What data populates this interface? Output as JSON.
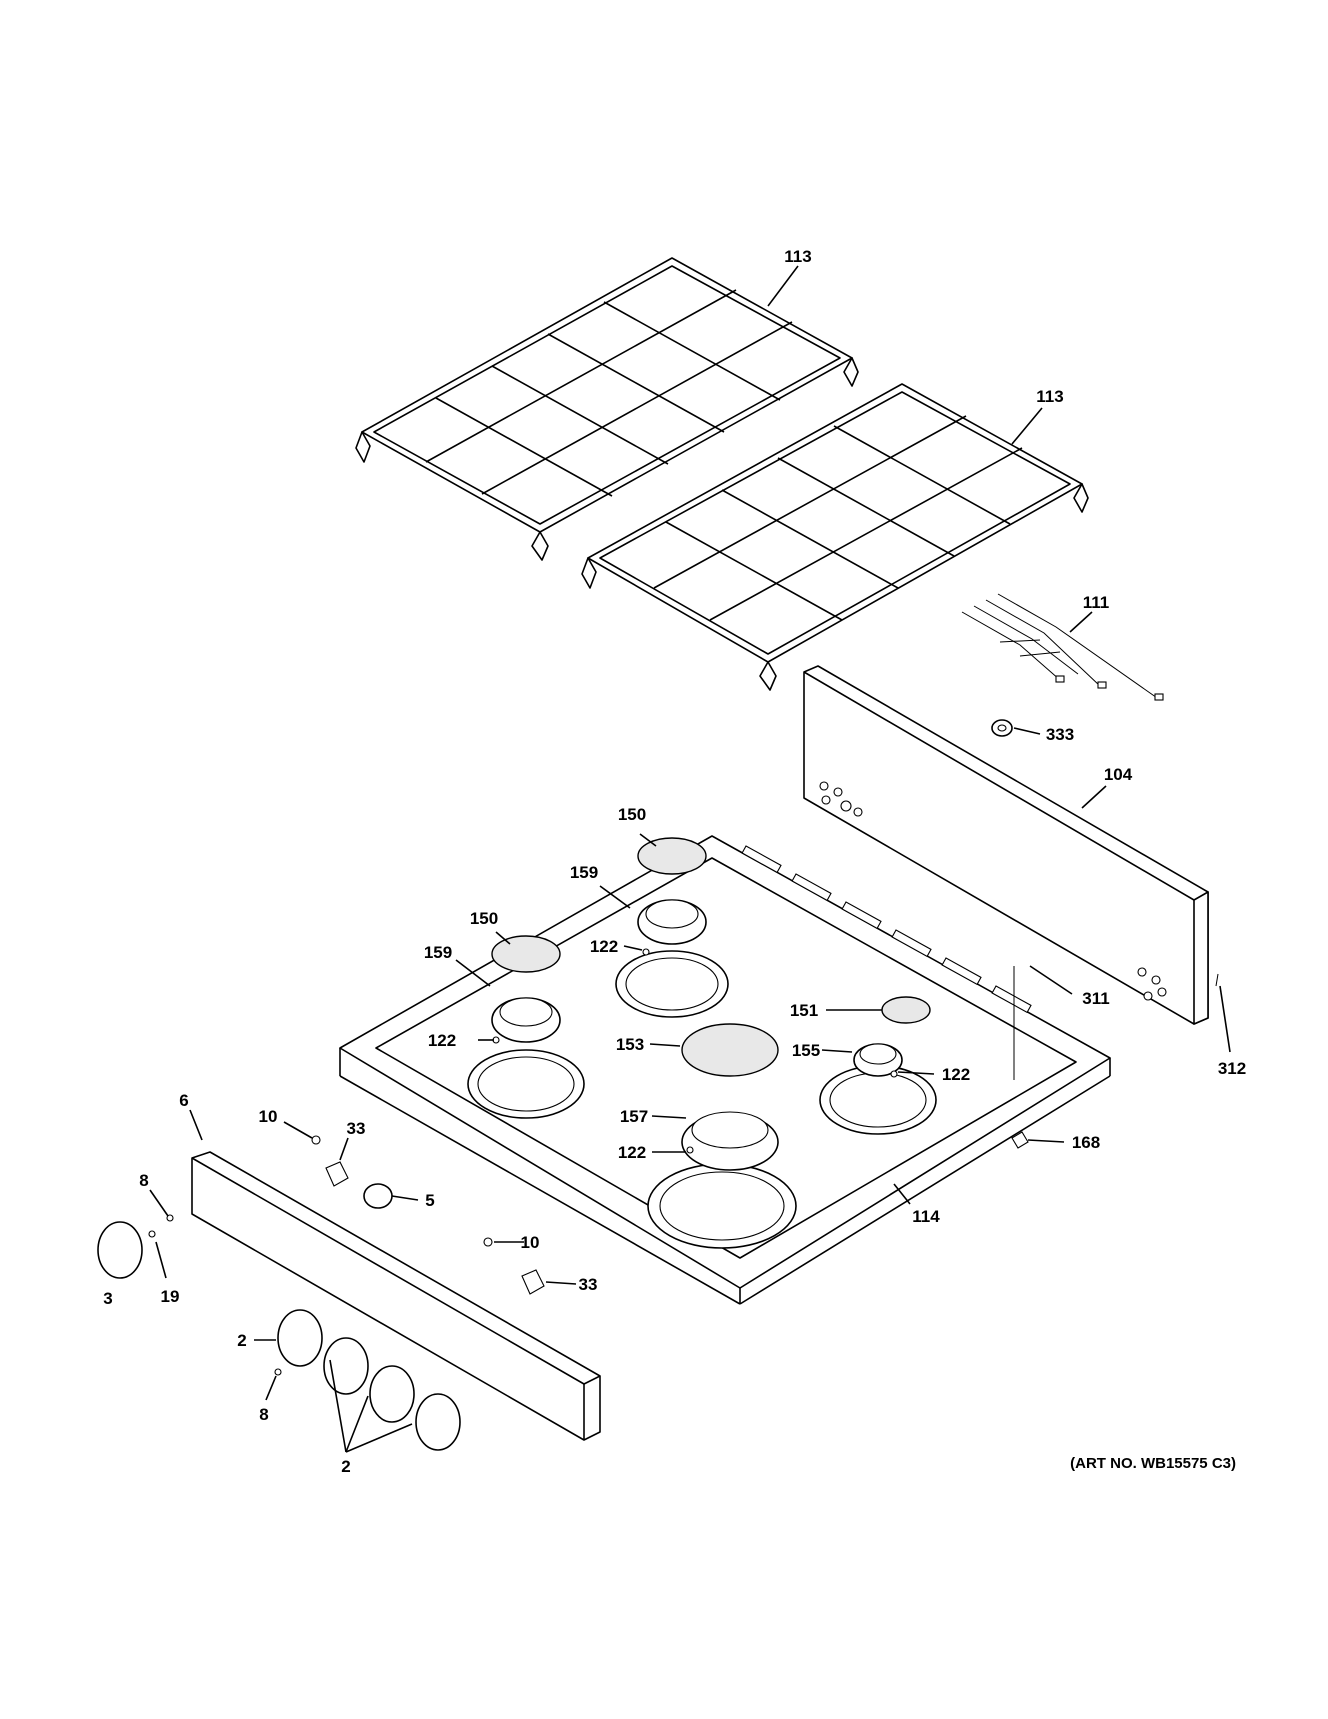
{
  "callouts": [
    {
      "id": "c113a",
      "text": "113"
    },
    {
      "id": "c113b",
      "text": "113"
    },
    {
      "id": "c111",
      "text": "111"
    },
    {
      "id": "c333",
      "text": "333"
    },
    {
      "id": "c104",
      "text": "104"
    },
    {
      "id": "c150a",
      "text": "150"
    },
    {
      "id": "c159a",
      "text": "159"
    },
    {
      "id": "c150b",
      "text": "150"
    },
    {
      "id": "c159b",
      "text": "159"
    },
    {
      "id": "c122a",
      "text": "122"
    },
    {
      "id": "c311",
      "text": "311"
    },
    {
      "id": "c312",
      "text": "312"
    },
    {
      "id": "c151",
      "text": "151"
    },
    {
      "id": "c122b",
      "text": "122"
    },
    {
      "id": "c153",
      "text": "153"
    },
    {
      "id": "c155",
      "text": "155"
    },
    {
      "id": "c122c",
      "text": "122"
    },
    {
      "id": "c6",
      "text": "6"
    },
    {
      "id": "c10a",
      "text": "10"
    },
    {
      "id": "c33a",
      "text": "33"
    },
    {
      "id": "c157",
      "text": "157"
    },
    {
      "id": "c168",
      "text": "168"
    },
    {
      "id": "c122d",
      "text": "122"
    },
    {
      "id": "c8a",
      "text": "8"
    },
    {
      "id": "c5",
      "text": "5"
    },
    {
      "id": "c114",
      "text": "114"
    },
    {
      "id": "c10b",
      "text": "10"
    },
    {
      "id": "c3",
      "text": "3"
    },
    {
      "id": "c19",
      "text": "19"
    },
    {
      "id": "c33b",
      "text": "33"
    },
    {
      "id": "c2a",
      "text": "2"
    },
    {
      "id": "c8b",
      "text": "8"
    },
    {
      "id": "c2b",
      "text": "2"
    }
  ],
  "art_number": "(ART NO. WB15575 C3)"
}
